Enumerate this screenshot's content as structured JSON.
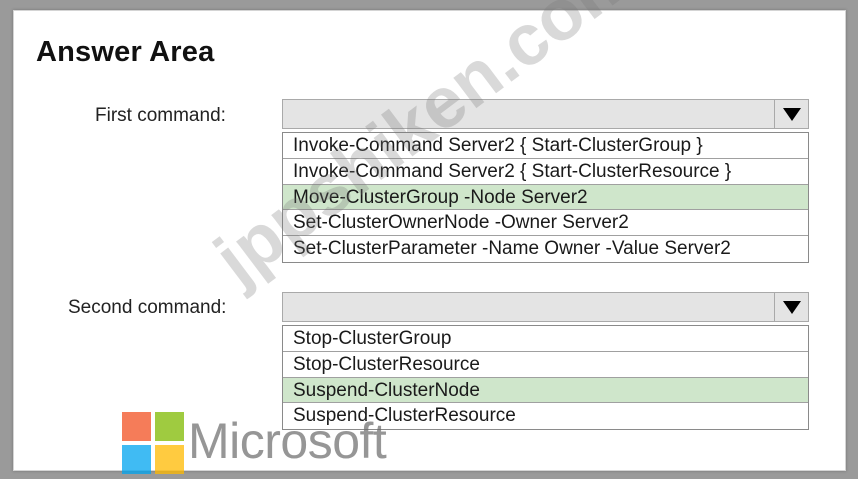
{
  "title": "Answer Area",
  "first": {
    "label": "First command:",
    "options": [
      "Invoke-Command Server2 { Start-ClusterGroup }",
      "Invoke-Command Server2 { Start-ClusterResource }",
      "Move-ClusterGroup -Node Server2",
      "Set-ClusterOwnerNode -Owner Server2",
      "Set-ClusterParameter -Name Owner -Value Server2"
    ],
    "selected_index": 2
  },
  "second": {
    "label": "Second command:",
    "options": [
      "Stop-ClusterGroup",
      "Stop-ClusterResource",
      "Suspend-ClusterNode",
      "Suspend-ClusterResource"
    ],
    "selected_index": 2
  },
  "icons": {
    "dropdown_arrow": "triangle-down-icon"
  },
  "colors": {
    "selected_option": "#cfe6cb",
    "dropdown_bg": "#e4e4e4"
  },
  "watermark": {
    "text": "jppshiken.com"
  },
  "logo": {
    "wordmark": "Microsoft",
    "colors": [
      "#f25022",
      "#7fba00",
      "#00a4ef",
      "#ffb900"
    ]
  }
}
